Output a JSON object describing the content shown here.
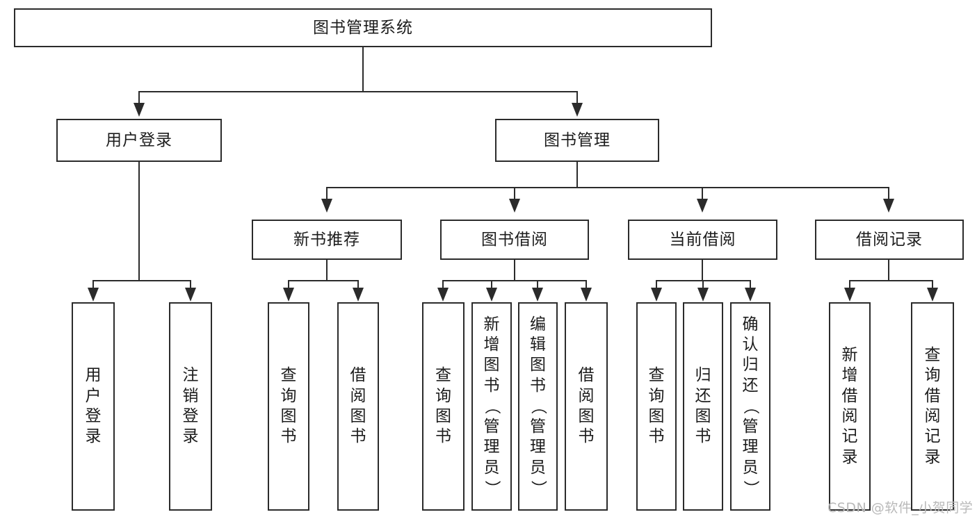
{
  "diagram": {
    "title": "图书管理系统",
    "type": "tree-hierarchy-diagram",
    "root": {
      "label": "图书管理系统"
    },
    "level2": [
      {
        "label": "用户登录"
      },
      {
        "label": "图书管理"
      }
    ],
    "level3": [
      {
        "label": "新书推荐"
      },
      {
        "label": "图书借阅"
      },
      {
        "label": "当前借阅"
      },
      {
        "label": "借阅记录"
      }
    ],
    "leaves": {
      "user_login": [
        {
          "label": "用户登录",
          "chars": [
            "用",
            "户",
            "登",
            "录"
          ]
        },
        {
          "label": "注销登录",
          "chars": [
            "注",
            "销",
            "登",
            "录"
          ]
        }
      ],
      "new_book_recommend": [
        {
          "label": "查询图书",
          "chars": [
            "查",
            "询",
            "图",
            "书"
          ]
        },
        {
          "label": "借阅图书",
          "chars": [
            "借",
            "阅",
            "图",
            "书"
          ]
        }
      ],
      "book_borrow": [
        {
          "label": "查询图书",
          "chars": [
            "查",
            "询",
            "图",
            "书"
          ]
        },
        {
          "label": "新增图书（管理员）",
          "chars": [
            "新",
            "增",
            "图",
            "书",
            "（",
            "管",
            "理",
            "员",
            "）"
          ]
        },
        {
          "label": "编辑图书（管理员）",
          "chars": [
            "编",
            "辑",
            "图",
            "书",
            "（",
            "管",
            "理",
            "员",
            "）"
          ]
        },
        {
          "label": "借阅图书",
          "chars": [
            "借",
            "阅",
            "图",
            "书"
          ]
        }
      ],
      "current_borrow": [
        {
          "label": "查询图书",
          "chars": [
            "查",
            "询",
            "图",
            "书"
          ]
        },
        {
          "label": "归还图书",
          "chars": [
            "归",
            "还",
            "图",
            "书"
          ]
        },
        {
          "label": "确认归还（管理员）",
          "chars": [
            "确",
            "认",
            "归",
            "还",
            "（",
            "管",
            "理",
            "员",
            "）"
          ]
        }
      ],
      "borrow_record": [
        {
          "label": "新增借阅记录",
          "chars": [
            "新",
            "增",
            "借",
            "阅",
            "记",
            "录"
          ]
        },
        {
          "label": "查询借阅记录",
          "chars": [
            "查",
            "询",
            "借",
            "阅",
            "记",
            "录"
          ]
        }
      ]
    }
  },
  "watermark": {
    "text": "CSDN @软件_小贺同学"
  },
  "colors": {
    "stroke": "#2b2b2b",
    "fill": "#ffffff",
    "text": "#1c1c1c",
    "watermark": "#b9b9b9"
  }
}
